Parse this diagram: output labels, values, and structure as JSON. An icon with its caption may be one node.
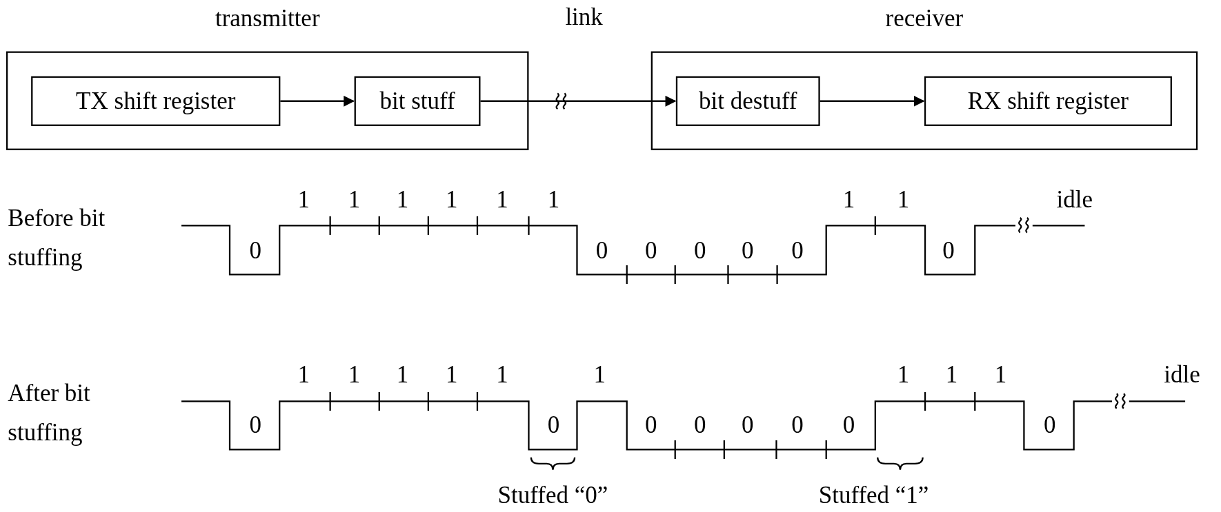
{
  "diagram": {
    "nodes": [
      {
        "text": [
          "transmitter"
        ]
      },
      {
        "text": [
          "TX shift register"
        ],
        "in": 0
      },
      {
        "text": [
          "bit stuff"
        ],
        "in": 0
      },
      {
        "text": [
          "receiver"
        ]
      },
      {
        "text": [
          "bit destuff"
        ],
        "in": 3
      },
      {
        "text": [
          "RX shift register"
        ],
        "in": 3
      }
    ],
    "edges": [
      {
        "from": 1,
        "to": 2,
        "arrow": "to"
      },
      {
        "from": 2,
        "to": 4,
        "arrow": "to"
      },
      {
        "from": 4,
        "to": 5,
        "arrow": "to"
      }
    ],
    "labels": [
      "link",
      "1",
      "1",
      "1",
      "1",
      "1",
      "1",
      "1",
      "1",
      "idle",
      "Before bit stuffing",
      "0",
      "0",
      "0",
      "0",
      "0",
      "0",
      "0",
      "1",
      "1",
      "1",
      "1",
      "1",
      "1",
      "1",
      "1",
      "1",
      "idle",
      "After bit stuffing",
      "0",
      "0",
      "0",
      "0",
      "0",
      "0",
      "0",
      "0",
      "Stuffed “0”",
      "Stuffed “1”"
    ]
  }
}
